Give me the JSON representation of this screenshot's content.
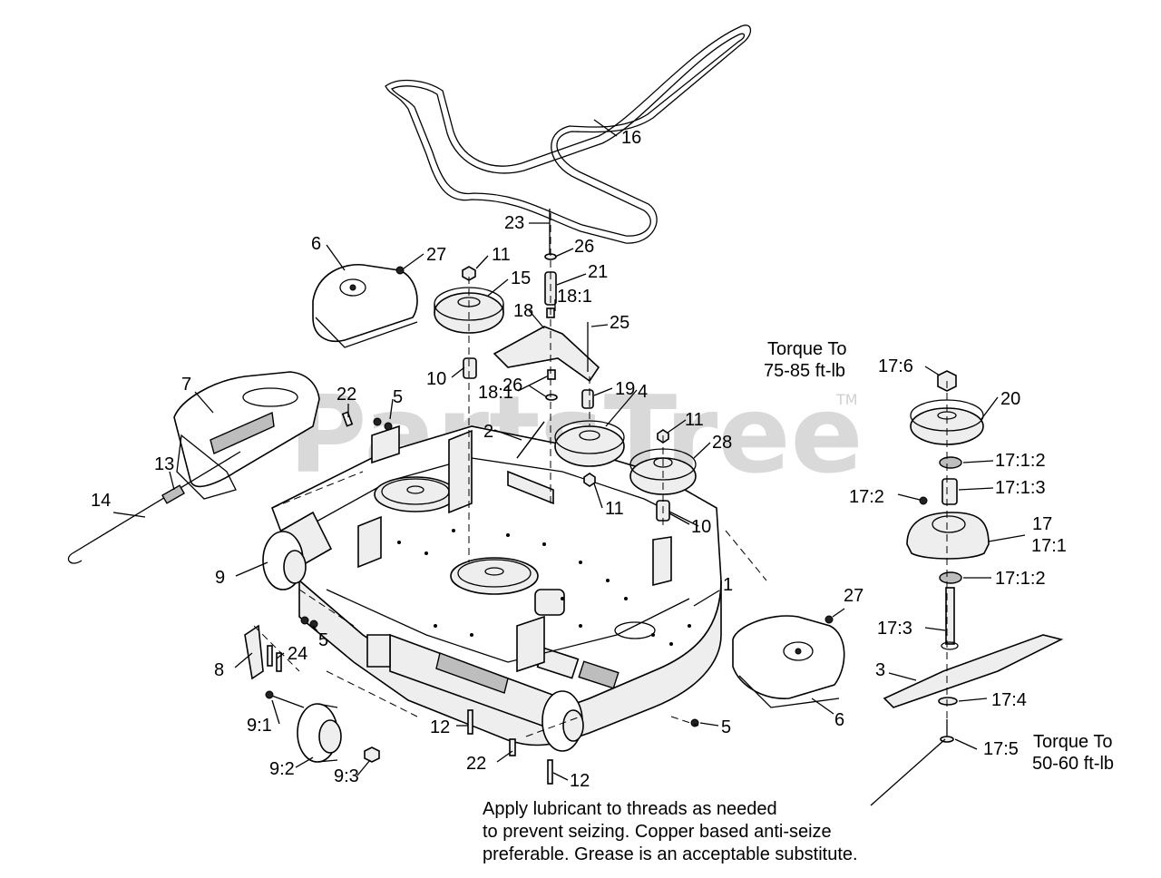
{
  "watermark": {
    "text": "PartsTree",
    "tm": "TM"
  },
  "callouts": [
    "16",
    "23",
    "26",
    "21",
    "18:1",
    "18",
    "25",
    "6",
    "27",
    "11",
    "15",
    "10",
    "18:1",
    "26",
    "19",
    "7",
    "22",
    "5",
    "2",
    "4",
    "11",
    "28",
    "13",
    "14",
    "11",
    "10",
    "9",
    "1",
    "27",
    "5",
    "8",
    "24",
    "3",
    "5",
    "12",
    "22",
    "12",
    "9:1",
    "9:2",
    "9:3",
    "6",
    "17:6",
    "20",
    "17:1:2",
    "17:2",
    "17:1:3",
    "17",
    "17:1",
    "17:1:2",
    "17:3",
    "17:4",
    "17:5"
  ],
  "torque_notes": {
    "top": [
      "Torque To",
      "75-85 ft-lb"
    ],
    "bottom": [
      "Torque To",
      "50-60 ft-lb"
    ]
  },
  "lubricant_note": [
    "Apply lubricant to threads as needed",
    "to prevent seizing. Copper based anti-seize",
    "preferable. Grease is an acceptable substitute."
  ]
}
